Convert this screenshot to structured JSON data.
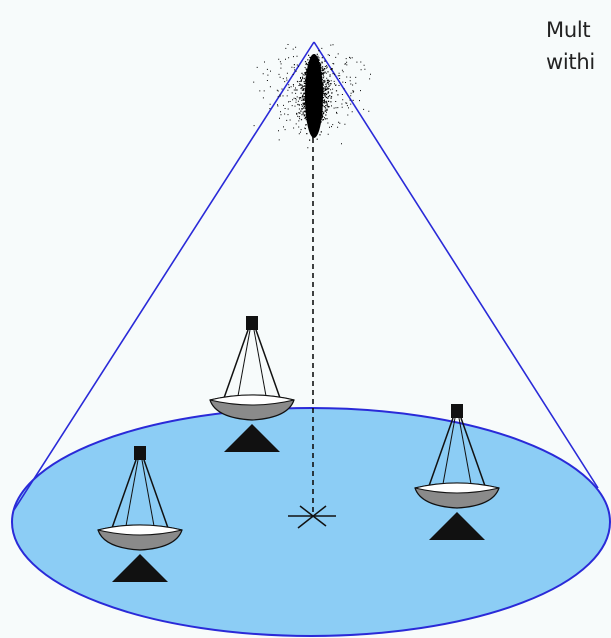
{
  "caption": {
    "line1": "Mult",
    "line2": "withi"
  },
  "colors": {
    "background": "#f7fbfb",
    "cone_outline": "#2a2ad8",
    "ground_fill": "#8ccdf5",
    "ground_outline": "#2a2ad8",
    "shower": "#000000",
    "detector_dish_top": "#ffffff",
    "detector_dish_bottom": "#8a8a8a",
    "detector_base": "#000000"
  },
  "diagram": {
    "shower_axis": "dashed",
    "impact_point_marker": "star",
    "telescope_count": 3
  }
}
